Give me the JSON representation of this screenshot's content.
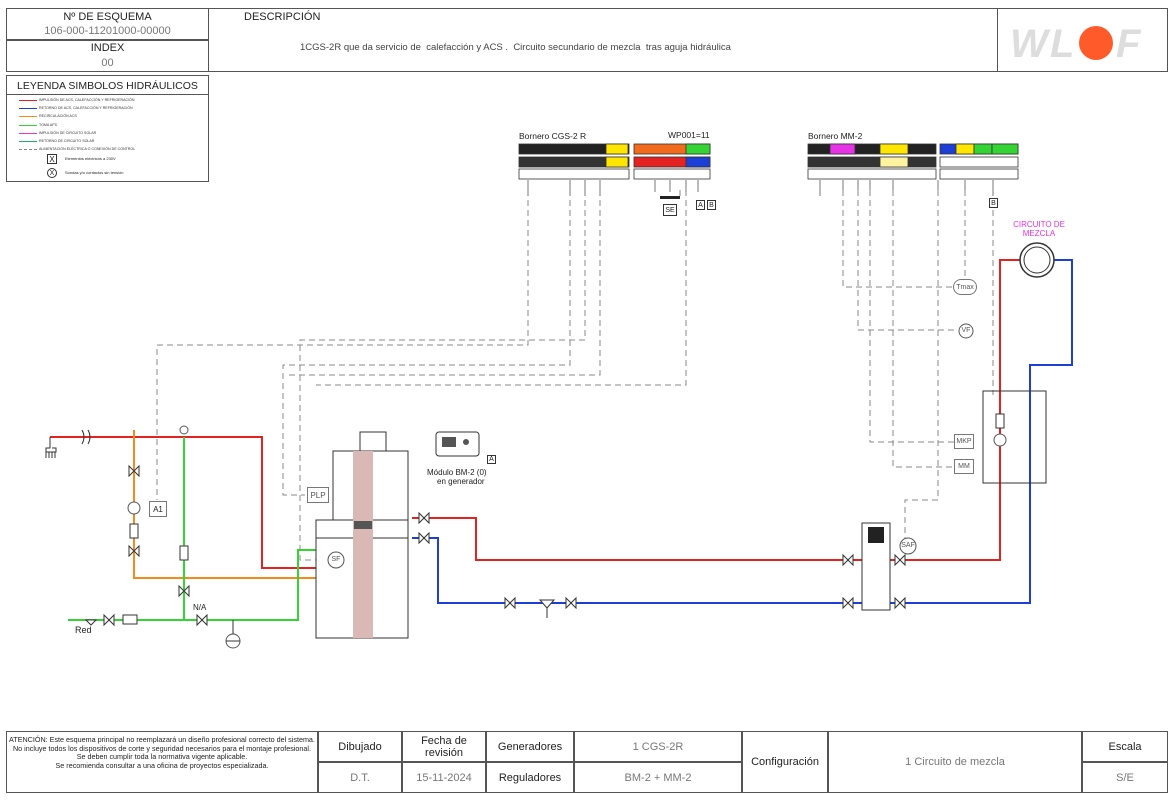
{
  "header": {
    "scheme_no_label": "Nº DE ESQUEMA",
    "scheme_no_value": "106-000-11201000-00000",
    "index_label": "INDEX",
    "index_value": "00",
    "description_label": "DESCRIPCIÓN",
    "description_text": "1CGS-2R que da servicio de  calefacción y ACS .  Circuito secundario de mezcla  tras aguja hidráulica",
    "logo_text": "WOLF"
  },
  "legend": {
    "title": "LEYENDA SIMBOLOS HIDRÁULICOS",
    "items": [
      {
        "label": "IMPULSIÓN DE ACS, CALEFACCIÓN Y REFRIGERACIÓN",
        "color": "#e52222"
      },
      {
        "label": "RETORNO DE ACS, CALEFACCIÓN Y REFRIGERACIÓN",
        "color": "#1e3fd6"
      },
      {
        "label": "RECIRCULACIÓN ACS",
        "color": "#f28a1c"
      },
      {
        "label": "TOMA AFS",
        "color": "#35d435"
      },
      {
        "label": "IMPULSIÓN DE CIRCUITO SOLAR",
        "color": "#e633e6"
      },
      {
        "label": "RETORNO DE CIRCUITO SOLAR",
        "color": "#22a86a"
      },
      {
        "label": "ALIMENTACIÓN ELÉCTRICA O CONEXIÓN DE CONTROL",
        "color": "#888888"
      }
    ],
    "symbol_x_label": "Elementos eléctricos a 230V",
    "symbol_circle_label": "Sondas y/o contactos sin tensión"
  },
  "diagram": {
    "bornero_cgs": "Bornero CGS-2 R",
    "wp001": "WP001=11",
    "bornero_mm": "Bornero MM-2",
    "circuito_mezcla": "CIRCUITO DE\nMEZCLA",
    "module_label_1": "Módulo BM-2 (0)",
    "module_label_2": "en generador",
    "module_badge": "A",
    "red_label": "Red",
    "na_label": "N/A",
    "tags": {
      "a1": "A1",
      "plp": "PLP",
      "sf": "SF",
      "se": "SE",
      "saf": "SAF",
      "tmax": "Tmax",
      "vf": "VF",
      "mkp": "MKP",
      "mm": "MM",
      "a": "A",
      "b": "B",
      "b2": "B"
    }
  },
  "footer": {
    "warning": "ATENCIÓN: Este esquema principal no reemplazará un diseño profesional correcto del sistema.\nNo incluye todos los dispositivos de corte y seguridad necesarios para el montaje profesional.\nSe deben cumplir toda la normativa vigente aplicable.\nSe recomienda consultar a una oficina de proyectos especializada.",
    "dibujado_label": "Dibujado",
    "dibujado_value": "D.T.",
    "fecha_label": "Fecha de revisión",
    "fecha_value": "15-11-2024",
    "generadores_label": "Generadores",
    "generadores_value": "1 CGS-2R",
    "reguladores_label": "Reguladores",
    "reguladores_value": "BM-2 + MM-2",
    "configuracion_label": "Configuración",
    "configuracion_value": "1 Circuito de mezcla",
    "escala_label": "Escala",
    "escala_value": "S/E"
  }
}
